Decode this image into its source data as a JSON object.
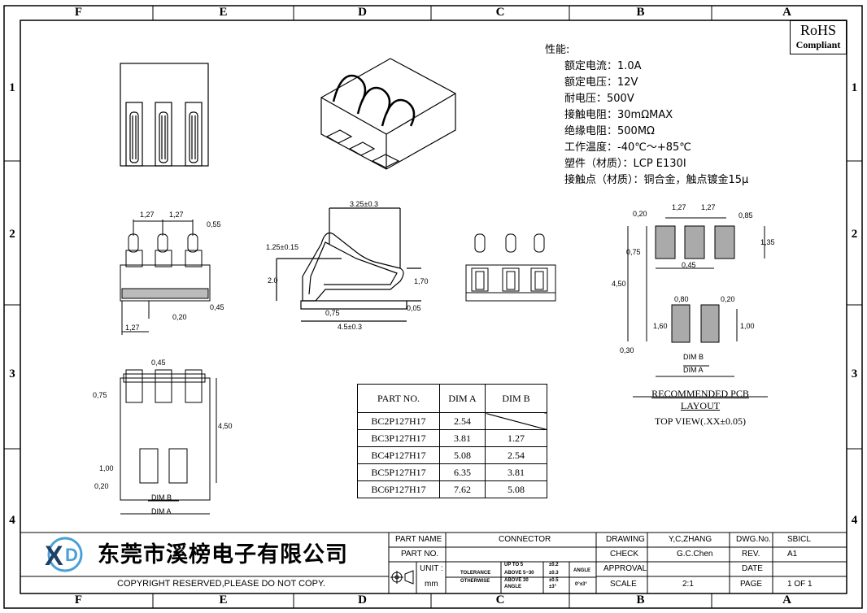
{
  "zones": {
    "columns": [
      "F",
      "E",
      "D",
      "C",
      "B",
      "A"
    ],
    "rows": [
      "1",
      "2",
      "3",
      "4"
    ]
  },
  "rohs": {
    "line1": "RoHS",
    "line2": "Compliant"
  },
  "specs": {
    "title": "性能:",
    "lines": [
      "额定电流：1.0A",
      "额定电压：12V",
      "耐电压：500V",
      "接触电阻：30mΩMAX",
      "绝缘电阻：500MΩ",
      "工作温度：-40℃～+85℃",
      "塑件（材质）：LCP E130I",
      "接触点（材质）：铜合金，触点镀金15μ"
    ]
  },
  "dims": {
    "top_pitch1": "1,27",
    "top_pitch2": "1,27",
    "top_055": "0,55",
    "top_045": "0,45",
    "top_020": "0,20",
    "top_127b": "1,27",
    "side_325": "3.25±0.3",
    "side_125": "1.25±0.15",
    "side_20": "2.0",
    "side_170": "1,70",
    "side_075": "0,75",
    "side_005": "0,05",
    "side_45": "4.5±0.3",
    "bot_045": "0,45",
    "bot_075": "0,75",
    "bot_450": "4,50",
    "bot_100": "1,00",
    "bot_020": "0,20",
    "bot_dimb": "DIM B",
    "bot_dima": "DIM A",
    "pcb_020": "0,20",
    "pcb_127a": "1,27",
    "pcb_127b": "1,27",
    "pcb_085": "0,85",
    "pcb_135": "1,35",
    "pcb_075": "0,75",
    "pcb_045": "0,45",
    "pcb_450": "4,50",
    "pcb_080": "0,80",
    "pcb_020b": "0,20",
    "pcb_160": "1,60",
    "pcb_100": "1,00",
    "pcb_030": "0,30",
    "pcb_dimb": "DIM B",
    "pcb_dima": "DIM A"
  },
  "pcb_caption": {
    "line1": "RECOMMENDED PCB LAYOUT",
    "line2": "TOP VIEW(.XX±0.05)"
  },
  "parts_table": {
    "headers": [
      "PART NO.",
      "DIM A",
      "DIM B"
    ],
    "rows": [
      {
        "part": "BC2P127H17",
        "a": "2.54",
        "b": ""
      },
      {
        "part": "BC3P127H17",
        "a": "3.81",
        "b": "1.27"
      },
      {
        "part": "BC4P127H17",
        "a": "5.08",
        "b": "2.54"
      },
      {
        "part": "BC5P127H17",
        "a": "6.35",
        "b": "3.81"
      },
      {
        "part": "BC6P127H17",
        "a": "7.62",
        "b": "5.08"
      }
    ]
  },
  "title_block": {
    "company": "东莞市溪榜电子有限公司",
    "copyright": "COPYRIGHT RESERVED,PLEASE DO NOT COPY.",
    "part_name_label": "PART NAME",
    "part_name": "CONNECTOR",
    "part_no_label": "PART NO.",
    "part_no": "",
    "unit_label": "UNIT :",
    "unit": "mm",
    "tolerance_label": "TOLERANCE",
    "otherwise_label": "OTHERWISE",
    "tol1_label": "UP TO 5",
    "tol1": "±0.2",
    "tol2_label": "ABOVE 5~30",
    "tol2": "±0.3",
    "tol3_label": "ABOVE 30",
    "tol3": "±0.5",
    "angle_label": "ANGLE",
    "angle_tol": "±3°",
    "angle_hdr": "ANGLE",
    "angle_val": "0°±3°",
    "drawing_label": "DRAWING",
    "drawing": "Y,C,ZHANG",
    "check_label": "CHECK",
    "check": "G.C.Chen",
    "approval_label": "APPROVAL",
    "scale_label": "SCALE",
    "scale": "2:1",
    "dwg_label": "DWG.No.",
    "dwg": "SBICL",
    "rev_label": "REV.",
    "rev": "A1",
    "date_label": "DATE",
    "date": "",
    "page_label": "PAGE",
    "page": "1 OF 1"
  }
}
